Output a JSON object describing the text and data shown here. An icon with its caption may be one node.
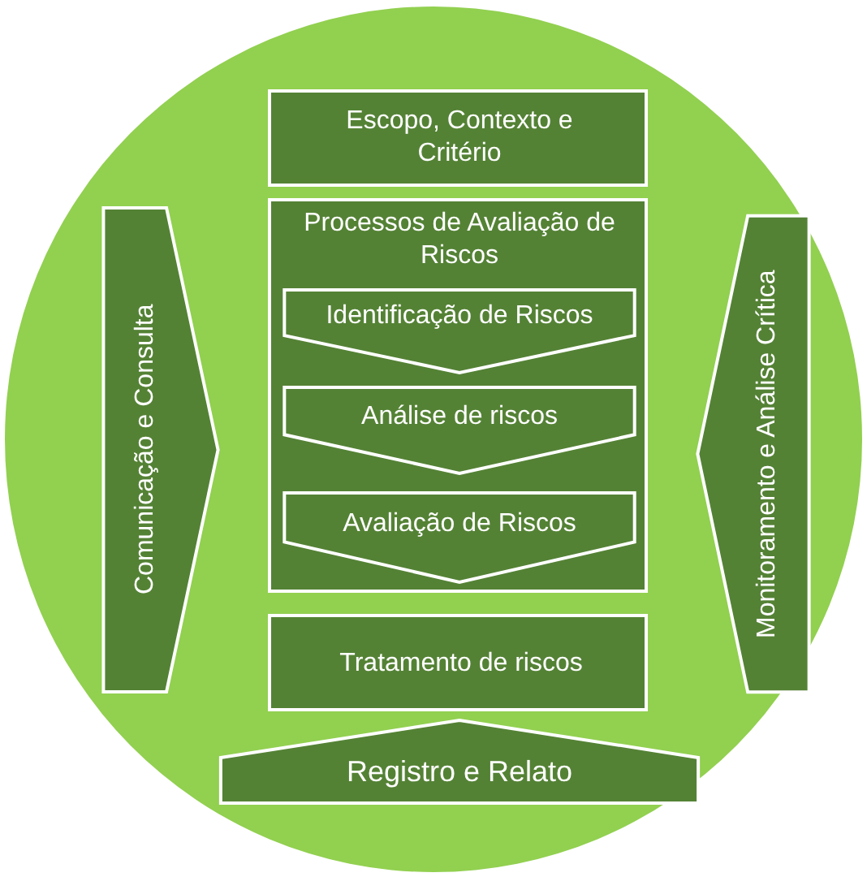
{
  "diagram": {
    "nodes": [
      {
        "text": [],
        "shape": "circle"
      },
      {
        "text": [
          "Comunicação e Consulta"
        ],
        "in": 0
      },
      {
        "text": [
          "Escopo, Contexto e Critério"
        ],
        "in": 0
      },
      {
        "text": [
          "Processos de Avaliação de Riscos"
        ],
        "in": 0
      },
      {
        "text": [
          "Identificação de Riscos"
        ],
        "in": 3
      },
      {
        "text": [
          "Análise de riscos"
        ],
        "in": 3
      },
      {
        "text": [
          "Avaliação de Riscos"
        ],
        "in": 3
      },
      {
        "text": [
          "Tratamento de riscos"
        ],
        "in": 0
      },
      {
        "text": [
          "Monitoramento e Análise Crítica"
        ],
        "in": 0
      },
      {
        "text": [
          "Registro e Relato"
        ],
        "in": 0
      }
    ]
  }
}
